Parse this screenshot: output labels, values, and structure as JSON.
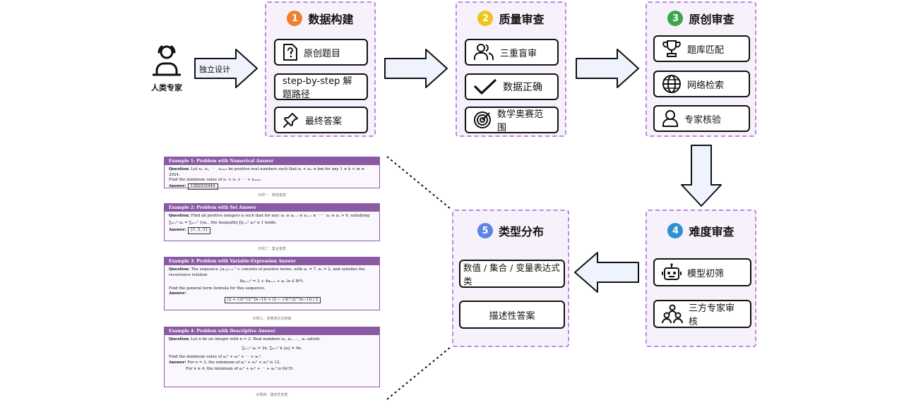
{
  "expert": {
    "label": "人类专家",
    "action": "独立设计"
  },
  "stages": [
    {
      "num": "1",
      "color": "#f07f2b",
      "title": "数据构建",
      "items": [
        "原创题目",
        "step-by-step 解题路径",
        "最终答案"
      ]
    },
    {
      "num": "2",
      "color": "#f2c418",
      "title": "质量审查",
      "items": [
        "三重盲审",
        "数据正确",
        "数学奥赛范围"
      ]
    },
    {
      "num": "3",
      "color": "#3aa84a",
      "title": "原创审查",
      "items": [
        "题库匹配",
        "网络检索",
        "专家核验"
      ]
    },
    {
      "num": "4",
      "color": "#2f8fcf",
      "title": "难度审查",
      "items": [
        "模型初筛",
        "三方专家审核"
      ]
    },
    {
      "num": "5",
      "color": "#5b86e6",
      "title": "类型分布",
      "items": [
        "数值 / 集合 / 变量表达式类",
        "描述性答案"
      ]
    }
  ],
  "examples": [
    {
      "title": "Example 1: Problem with Numerical Answer",
      "q_label": "Question:",
      "q_text": "Let x₁, x₂, ⋯ , x₂₀₂₄ be positive real numbers such that xₖ + xₘ ≥ km for any 1 ≤ k < m ≤ 2024.",
      "q_text2": "Find the minimum value of x₁ + x₂ + ⋯ + x₂₀₂₄.",
      "a_label": "Answer:",
      "answer": "1382935444",
      "caption": "示例一：数值答案"
    },
    {
      "title": "Example 2: Problem with Set Answer",
      "q_label": "Question:",
      "q_text": "Find all positive integers n such that for any: aₙ ≥ aₙ₋₁ ≥ aₙ₋₂ ≥ ⋯⋯ a₂ ≥ a₁ > 0, satisfying",
      "q_text2": "∑ₖ₌₁ⁿ aₖ = ∑ₖ₌₁ⁿ 1/aₖ , the inequality ∏ₖ₌₁ⁿ aₖᵏ ≥ 1 holds.",
      "a_label": "Answer:",
      "answer": "{1, 2, 3}",
      "caption": "示例二：集合答案"
    },
    {
      "title": "Example 3: Problem with Variable-Expression Answer",
      "q_label": "Question:",
      "q_text": "The sequence {aₙ}ₙ₌₁^∞ consists of positive terms, with a₁ = 7, a₂ = 2, and satisfies the recurrence relation",
      "formula": "8aₙ₊₂⁴ = 3 + 4aₙ₊₁ + aₙ    (n ∈ ℕ*).",
      "q_text2": "Find the general term formula for this sequence.",
      "a_label": "Answer:",
      "answer": "(2 + √3)^(2^(n−1)) + (2 − √3)^(2^(n−1)) / 2",
      "caption": "示例三：变量表达式答案"
    },
    {
      "title": "Example 4: Problem with Descriptive Answer",
      "q_label": "Question:",
      "q_text": "Let n be an integer with n > 2. Real numbers a₁, a₂, … , aₙ satisfy",
      "formula": "∑ₖ₌₁ⁿ aₖ = 2n,        ∑ₖ₌₁ⁿ k |aₖ| = 4n.",
      "q_text2": "Find the minimum value of a₁² + a₂² + ⋯ + aₙ².",
      "a_label": "Answer:",
      "answer": "For n = 3, the minimum of a₁² + a₂² + a₃² is 12.",
      "answer2": "For n ≥ 4, the minimum of a₁² + a₂² + ⋯ + aₙ² is 6n²/5.",
      "caption": "示例四：描述性答案"
    }
  ]
}
